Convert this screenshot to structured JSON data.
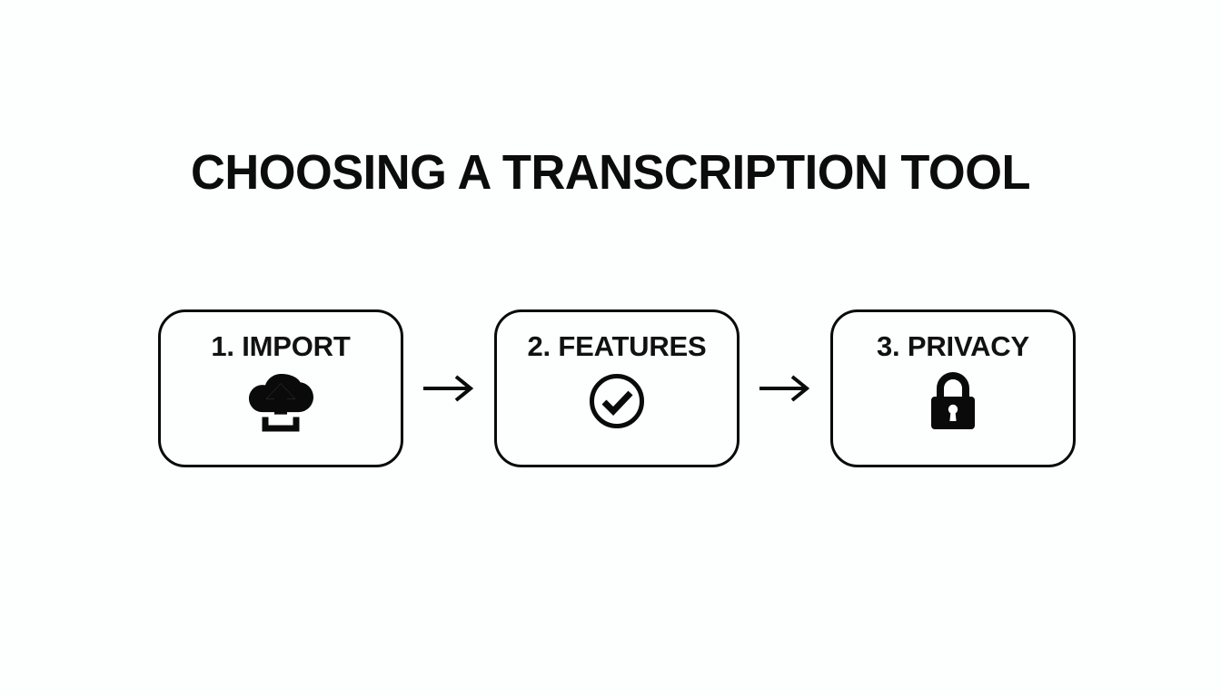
{
  "slide": {
    "title": "CHOOSING A TRANSCRIPTION TOOL",
    "background_color": "#fdfefe",
    "ink_color": "#0a0a0a"
  },
  "flow": {
    "steps": [
      {
        "label": "1. IMPORT",
        "icon": "cloud-upload-icon",
        "number": "1",
        "name": "IMPORT"
      },
      {
        "label": "2. FEATURES",
        "icon": "check-circle-icon",
        "number": "2",
        "name": "FEATURES"
      },
      {
        "label": "3. PRIVACY",
        "icon": "lock-icon",
        "number": "3",
        "name": "PRIVACY"
      }
    ],
    "connectors": [
      {
        "icon": "arrow-right-icon"
      },
      {
        "icon": "arrow-right-icon"
      }
    ]
  }
}
